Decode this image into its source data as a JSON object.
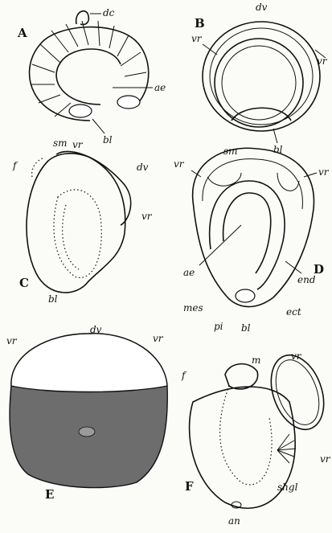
{
  "figure": {
    "panels": [
      {
        "letter": "A",
        "labels": {
          "dc": "dc",
          "ae": "ae",
          "bl": "bl"
        }
      },
      {
        "letter": "B",
        "labels": {
          "dv": "dv",
          "vr_left": "vr",
          "vr_right": "vr",
          "bl": "bl"
        }
      },
      {
        "letter": "C",
        "labels": {
          "sm": "sm",
          "vr": "vr",
          "f": "f",
          "dv": "dv",
          "vr_side": "vr",
          "bl": "bl"
        }
      },
      {
        "letter": "D",
        "labels": {
          "sm": "sm",
          "vr_left": "vr",
          "vr_right": "vr",
          "ae": "ae",
          "end": "end",
          "mes": "mes",
          "pi": "pi",
          "bl": "bl",
          "ect": "ect"
        }
      },
      {
        "letter": "E",
        "labels": {
          "dv": "dv",
          "vr_left": "vr",
          "vr_right": "vr"
        }
      },
      {
        "letter": "F",
        "labels": {
          "m": "m",
          "vr": "vr",
          "f": "f",
          "vr_side": "vr",
          "shgl": "shgl",
          "an": "an"
        }
      }
    ]
  }
}
